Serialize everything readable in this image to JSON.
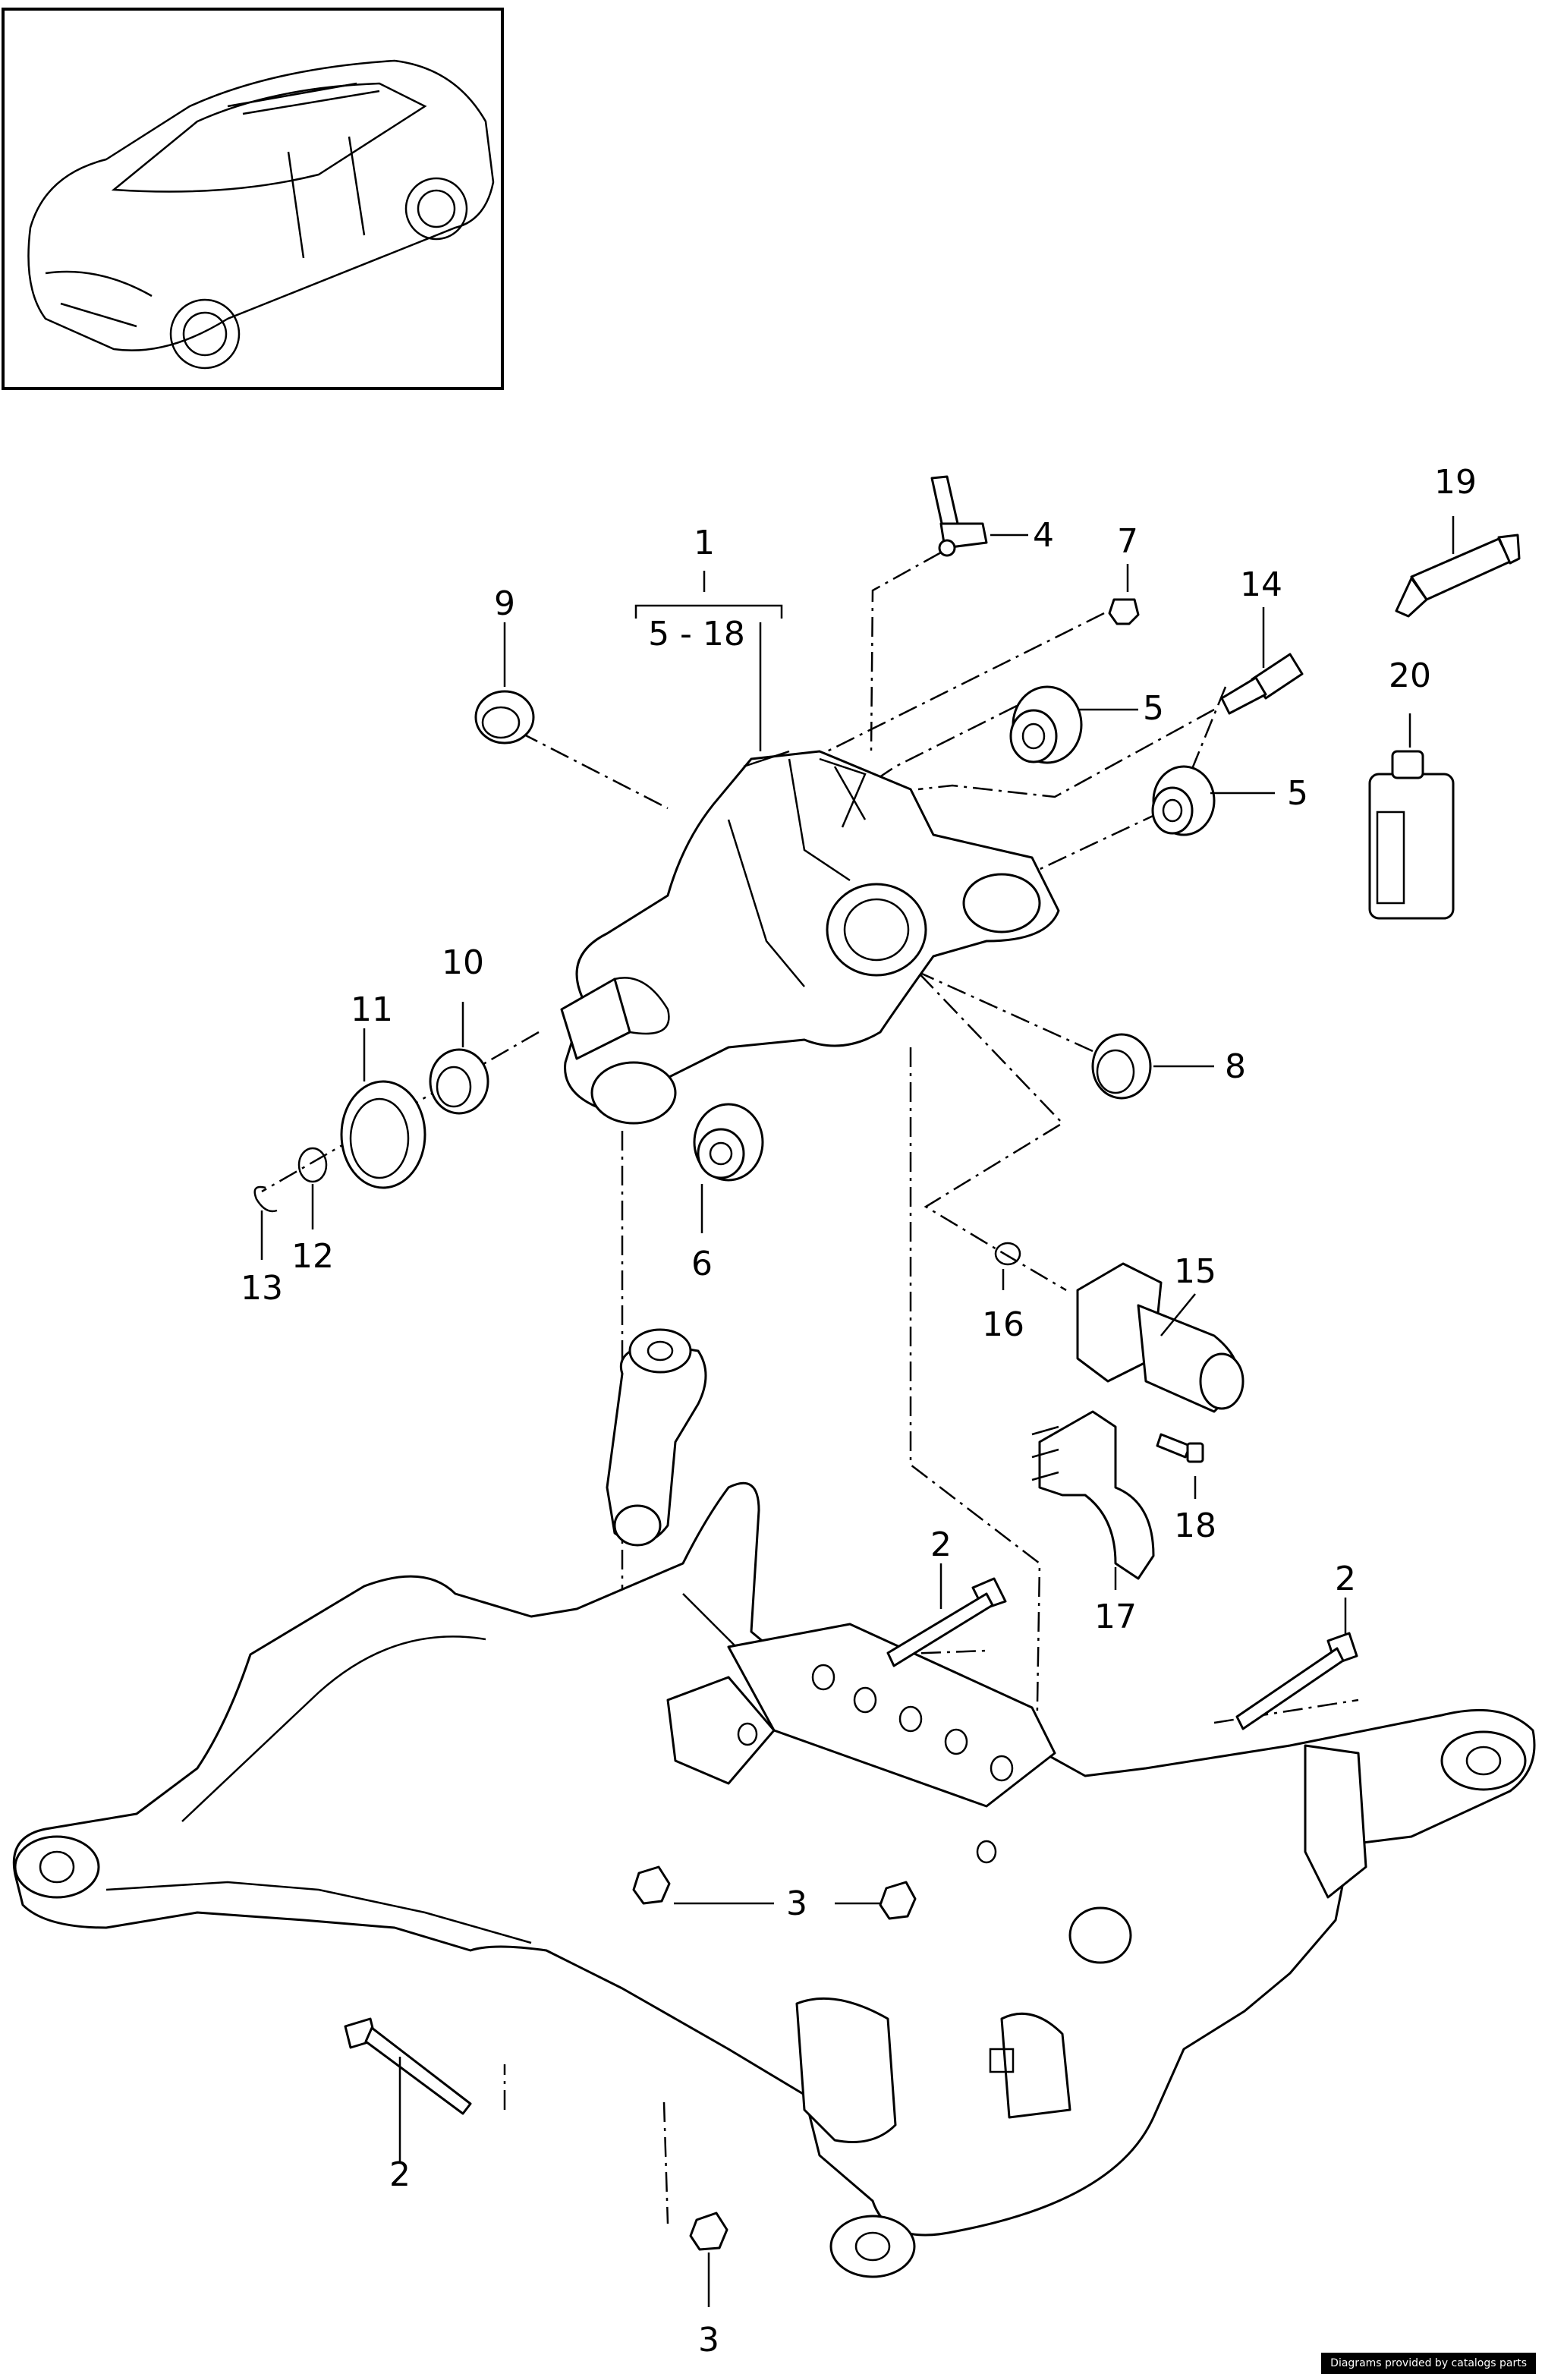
{
  "callouts": {
    "c1": "1",
    "c1_range": "5 - 18",
    "c2a": "2",
    "c2b": "2",
    "c2c": "2",
    "c3a": "3",
    "c3b": "3",
    "c4": "4",
    "c5a": "5",
    "c5b": "5",
    "c6": "6",
    "c7": "7",
    "c8": "8",
    "c9": "9",
    "c10": "10",
    "c11": "11",
    "c12": "12",
    "c13": "13",
    "c14": "14",
    "c15": "15",
    "c16": "16",
    "c17": "17",
    "c18": "18",
    "c19": "19",
    "c20": "20"
  },
  "footer": {
    "credit": "Diagrams provided by catalogs parts"
  }
}
